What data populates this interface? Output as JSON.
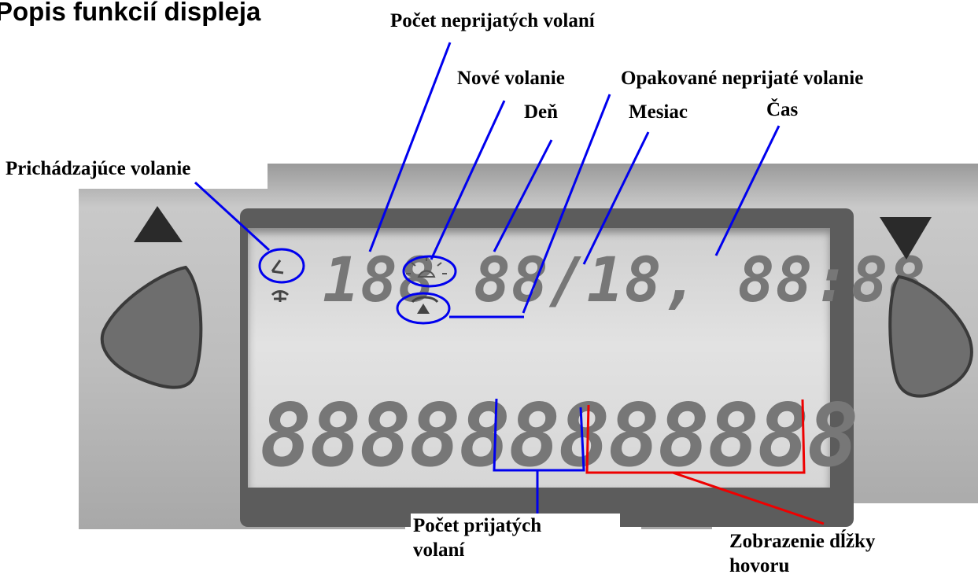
{
  "title": "Popis funkcií displeja",
  "labels": {
    "missed_count": "Počet neprijatých volaní",
    "new_call": "Nové volanie",
    "repeated_missed": "Opakované neprijaté volanie",
    "day": "Deň",
    "month": "Mesiac",
    "time": "Čas",
    "incoming_call": "Prichádzajúce volanie",
    "received_count_line1": "Počet prijatých",
    "received_count_line2": "volaní",
    "call_duration_line1": "Zobrazenie dĺžky",
    "call_duration_line2": "hovoru"
  },
  "lcd": {
    "top_row": "188 88/18, 88:88",
    "bottom_row": "888888888888"
  },
  "colors": {
    "callout_blue": "#0000ee",
    "callout_red": "#ee0000"
  },
  "icons": [
    "incoming-call-icon",
    "new-call-bell-icon",
    "repeat-missed-icon",
    "up-arrow-icon",
    "down-arrow-icon",
    "left-button-icon",
    "right-button-icon"
  ]
}
